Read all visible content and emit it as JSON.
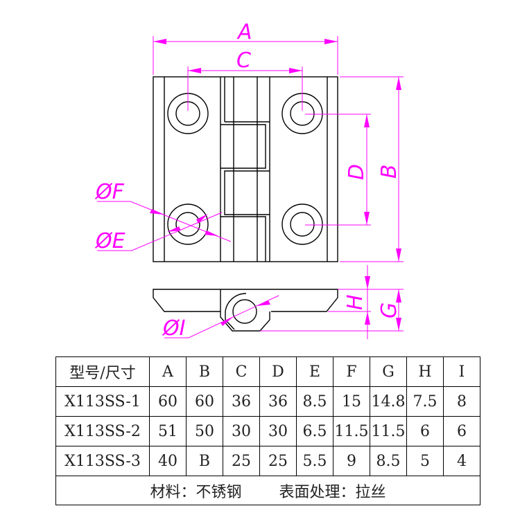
{
  "drawing": {
    "dimensions": {
      "A": "A",
      "B": "B",
      "C": "C",
      "D": "D",
      "E": "ØE",
      "F": "ØF",
      "G": "G",
      "H": "H",
      "I": "ØI"
    },
    "colors": {
      "line": "#000000",
      "dimension": "#ff00ff"
    }
  },
  "table": {
    "headers": [
      "型号/尺寸",
      "A",
      "B",
      "C",
      "D",
      "E",
      "F",
      "G",
      "H",
      "I"
    ],
    "rows": [
      [
        "X113SS-1",
        "60",
        "60",
        "36",
        "36",
        "8.5",
        "15",
        "14.8",
        "7.5",
        "8"
      ],
      [
        "X113SS-2",
        "51",
        "50",
        "30",
        "30",
        "6.5",
        "11.5",
        "11.5",
        "6",
        "6"
      ],
      [
        "X113SS-3",
        "40",
        "B",
        "25",
        "25",
        "5.5",
        "9",
        "8.5",
        "5",
        "4"
      ]
    ],
    "footer": {
      "material": "材料：不锈钢",
      "surface": "表面处理：拉丝"
    }
  }
}
